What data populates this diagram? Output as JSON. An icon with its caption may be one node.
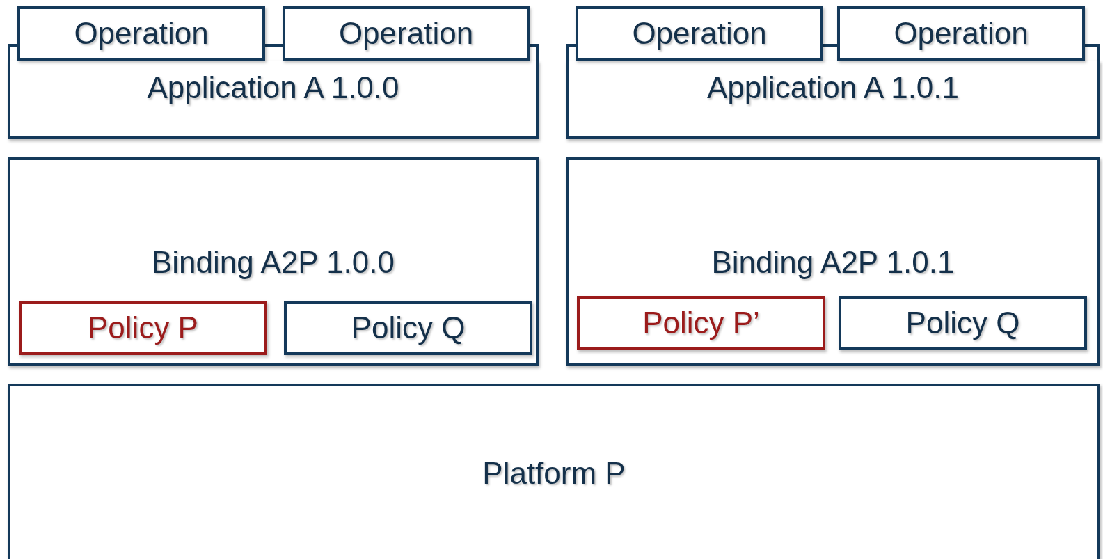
{
  "diagram": {
    "nodes": [
      {
        "text": [
          "Operation"
        ]
      },
      {
        "text": [
          "Operation"
        ]
      },
      {
        "text": [
          "Operation"
        ]
      },
      {
        "text": [
          "Operation"
        ]
      },
      {
        "text": [
          "Application A 1.0.0"
        ]
      },
      {
        "text": [
          "Application A 1.0.1"
        ]
      },
      {
        "text": [
          "Binding A2P 1.0.0"
        ]
      },
      {
        "text": [
          "Policy P"
        ],
        "in": 6
      },
      {
        "text": [
          "Policy Q"
        ],
        "in": 6
      },
      {
        "text": [
          "Binding A2P 1.0.1"
        ]
      },
      {
        "text": [
          "Policy P’"
        ],
        "in": 9
      },
      {
        "text": [
          "Policy Q"
        ],
        "in": 9
      },
      {
        "text": [
          "Platform P"
        ]
      }
    ]
  }
}
